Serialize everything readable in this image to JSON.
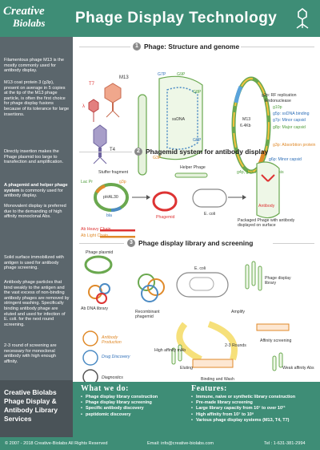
{
  "header": {
    "logo_line1": "Creative",
    "logo_line2": "Biolabs",
    "title": "Phage Display Technology"
  },
  "sidebar": {
    "block1": "Filamentous phage M13 is the mostly commonly used for antibody display.",
    "block2": "M13 coat protein 3 (g3p), present on average in 5 copies at the tip of the M13 phage particle, is often the first choice for phage display fusions because of its tolerance for large insertions.",
    "block3": "Directly insertion makes the Phage plasmid too large to transfection and amplification.",
    "block4_bold": "A phagemid and helper phage system",
    "block4_rest": " is commonly used for antibody display.",
    "block5": "Monovalent display is preferred due to the demanding of high affinity monoclonal Abs.",
    "block6": "Solid surface immobilized with antigen is used for antibody phage screening.",
    "block7": "Antibody phage particles that bind weakly to the antigen and the vast excess of non-binding antibody phages are removed by stringent washing. Specifically binding antibody phage are eluted and used for infection of E. coli. for the next round screening.",
    "block8": "2-3 round of screening are necessary for monoclonal antibody with high enough affinity.",
    "bottom_title": "Creative Biolabs Phage Display & Antibody Library Services"
  },
  "sections": [
    {
      "num": "1",
      "title": "Phage: Structure and genome"
    },
    {
      "num": "2",
      "title": "Phagemid system for antibody display"
    },
    {
      "num": "3",
      "title": "Phage display library and screening"
    }
  ],
  "section1": {
    "phage_t7": "T7",
    "phage_m13": "M13",
    "phage_t4": "T4",
    "phage_lambda": "λ",
    "g7p": "G7P",
    "g9p": "G9P",
    "g8p": "G8P",
    "g3p": "G3P",
    "g6p": "G6P",
    "ssdna": "ssDNA",
    "genome_name": "M13",
    "genome_size": "6.4Kb",
    "g2p": "g2p: RF replication",
    "endonuclease": "Endonuclease",
    "g10p": "g10p",
    "g5p": "g5p: ssDNA binding",
    "g7p2": "g7p: Minor capsid",
    "g8p2": "g8p: Major capsid",
    "g3p2": "g3p: Absorbtion protein",
    "g6p2": "g6p: Minor capsid",
    "g4p": "g4p, g1p: Morphogenesis"
  },
  "section2": {
    "stuffer": "Stuffer fragment",
    "lac": "Lac Pr",
    "g3p": "g3p",
    "phal": "pHAL30",
    "bla": "bla",
    "helper": "Helper Phage",
    "phagemid": "Phagemid",
    "ecoli": "E. coli",
    "heavy": "Ab Heavy Chain",
    "light": "Ab Light Chain",
    "antibody": "Antibody",
    "packaged": "Packaged Phage with antibody displayed on surface"
  },
  "section3": {
    "plasmid": "Phage plasmid",
    "ab_lib": "Ab DNA library",
    "recomb": "Recombinant phagemid",
    "ecoli": "E. coli",
    "amplify": "Amplify",
    "lib": "Phage display library",
    "rounds": "2-3 Rounds",
    "eluting": "Eluting",
    "affinity": "Affinity screening",
    "high": "High affinity mAb",
    "binding": "Binding and Wash",
    "weak": "Weak affinity Abs",
    "prod": "Antibody Production",
    "drug": "Drug Discovery",
    "diag": "Diagnostics"
  },
  "what_we_do": {
    "title": "What we do:",
    "items": [
      "Phage display library construction",
      "Phage display library screening",
      "Specific antibody discovery",
      "peptidomic discovery"
    ]
  },
  "features": {
    "title": "Features:",
    "items": [
      "Immune, naive or synthetic library construction",
      "Pre-made library screening",
      "Large library capacity from 10⁷ to over 10¹¹",
      "High affinity from 10⁷ to 10⁸",
      "Various phage display systems (M13, T4, T7)"
    ]
  },
  "footer": {
    "copyright": "© 2007 - 2018 Creative-Biolabs All Rights Reserved",
    "email": "Email: info@creative-biolabs.com",
    "tel": "Tel : 1-631-381-2994"
  }
}
